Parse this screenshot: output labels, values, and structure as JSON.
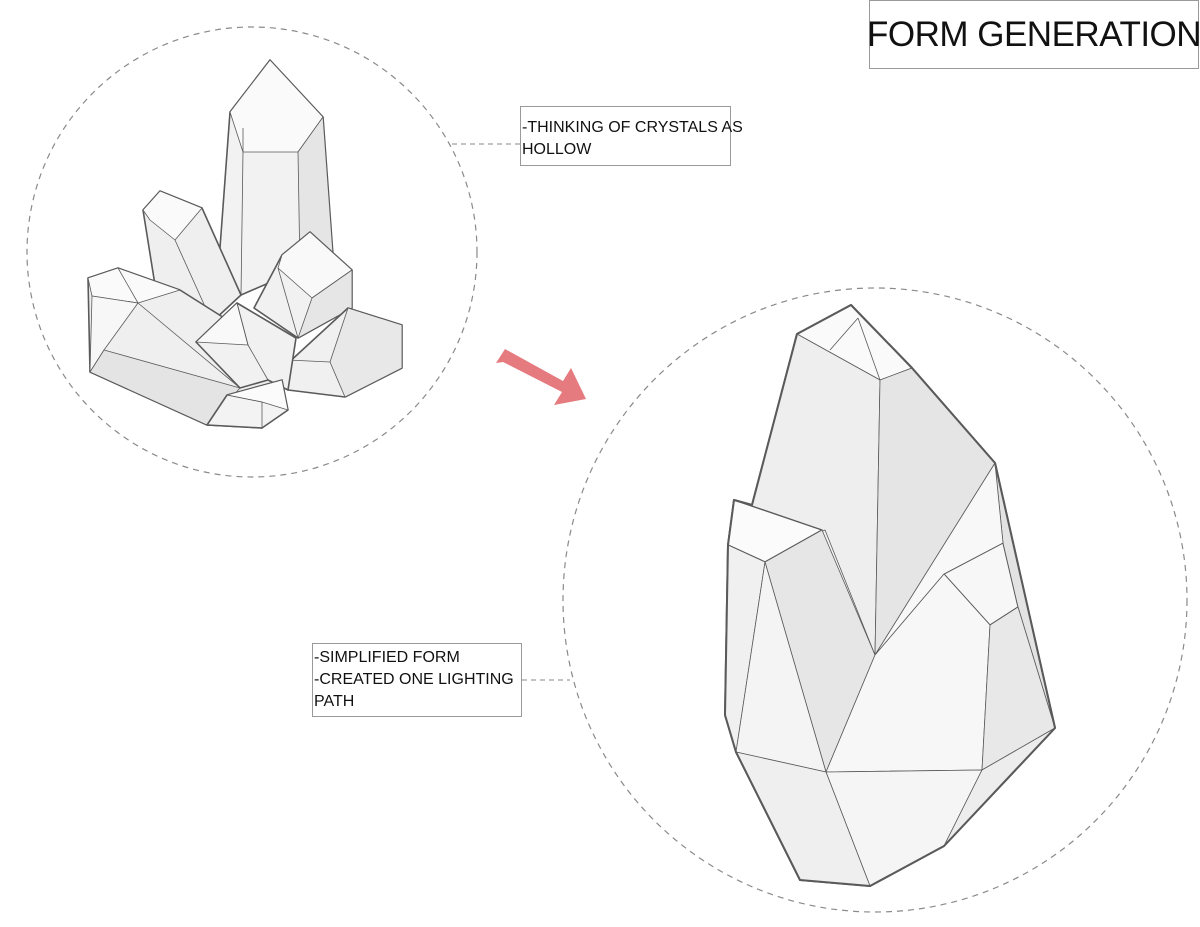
{
  "title": "FORM GENERATION",
  "notes": {
    "hollow": [
      "-THINKING OF CRYSTALS AS",
      "HOLLOW"
    ],
    "simplified": [
      "-SIMPLIFIED FORM",
      "-CREATED ONE LIGHTING",
      "PATH"
    ]
  },
  "colors": {
    "arrow": "#e57a7f",
    "crystal_light": "#f6f6f6",
    "crystal_mid": "#efefef",
    "crystal_dark": "#e4e4e4",
    "outline": "#555555",
    "dashed": "#8a8a8a"
  }
}
